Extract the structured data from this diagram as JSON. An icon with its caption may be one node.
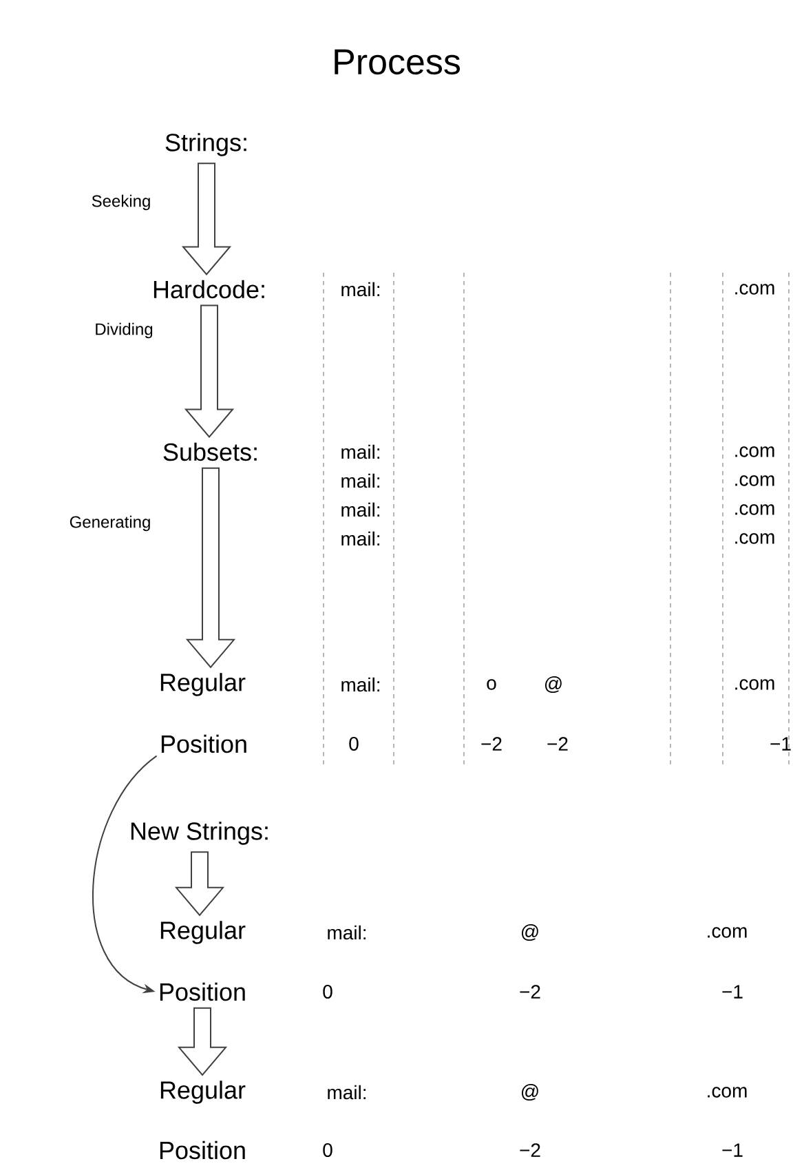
{
  "diagram": {
    "title": "Process",
    "nodes": [
      {
        "text": [
          "Strings:"
        ]
      },
      {
        "text": [
          "Hardcode:"
        ]
      },
      {
        "text": [
          "Subsets:"
        ]
      },
      {
        "text": [
          "Regular"
        ]
      },
      {
        "text": [
          "Position"
        ]
      },
      {
        "text": [
          "New Strings:"
        ]
      },
      {
        "text": [
          "Regular"
        ]
      },
      {
        "text": [
          "Position"
        ]
      },
      {
        "text": [
          "Regular"
        ]
      },
      {
        "text": [
          "Position"
        ]
      }
    ],
    "edges": [
      {
        "from": 0,
        "to": 1,
        "arrow": "to",
        "label": "Seeking"
      },
      {
        "from": 1,
        "to": 2,
        "arrow": "to",
        "label": "Dividing"
      },
      {
        "from": 2,
        "to": 3,
        "arrow": "to",
        "label": "Generating"
      },
      {
        "from": 4,
        "to": 7,
        "arrow": "to"
      },
      {
        "from": 5,
        "to": 6,
        "arrow": "to"
      },
      {
        "from": 7,
        "to": 8,
        "arrow": "to"
      }
    ],
    "labels": [
      "mail:",
      ".com",
      "mail:",
      ".com",
      "mail:",
      ".com",
      "mail:",
      ".com",
      "mail:",
      ".com",
      "mail:",
      "o",
      "@",
      ".com",
      "0",
      "−2",
      "−2",
      "−1",
      "mail:",
      "@",
      ".com",
      "0",
      "−2",
      "−1",
      "mail:",
      "@",
      ".com",
      "0",
      "−2",
      "−1"
    ]
  }
}
